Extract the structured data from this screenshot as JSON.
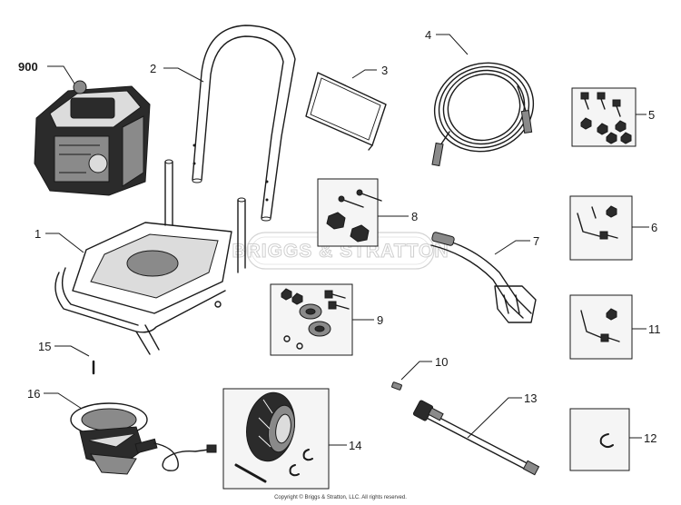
{
  "callouts": {
    "c900": "900",
    "c1": "1",
    "c2": "2",
    "c3": "3",
    "c4": "4",
    "c5": "5",
    "c6": "6",
    "c7": "7",
    "c8": "8",
    "c9": "9",
    "c10": "10",
    "c11": "11",
    "c12": "12",
    "c13": "13",
    "c14": "14",
    "c15": "15",
    "c16": "16"
  },
  "watermark": "BRIGGS & STRATTON",
  "copyright": "Copyright © Briggs & Stratton, LLC. All rights reserved."
}
